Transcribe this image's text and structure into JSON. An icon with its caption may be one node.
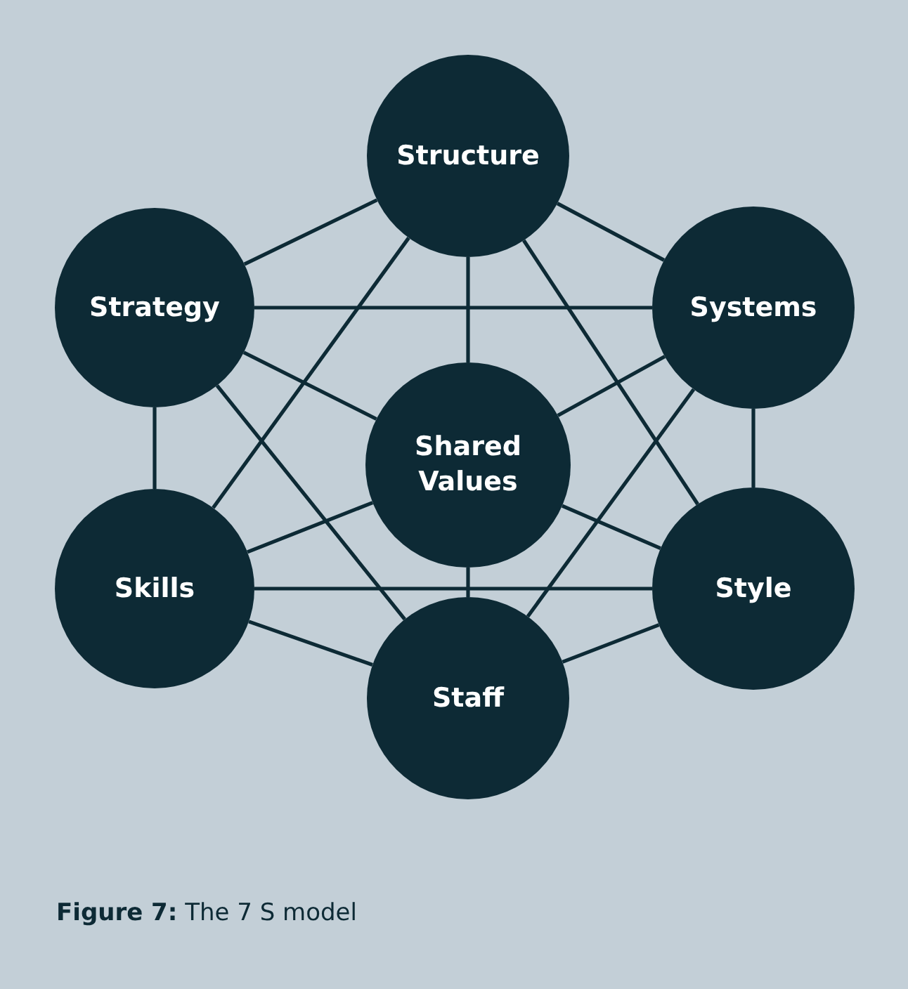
{
  "diagram": {
    "caption": "**Figure 7:** The 7 S model",
    "nodes": [
      {
        "text": [
          "Structure"
        ]
      },
      {
        "text": [
          "Strategy"
        ]
      },
      {
        "text": [
          "Systems"
        ]
      },
      {
        "text": [
          "Shared Values"
        ]
      },
      {
        "text": [
          "Skills"
        ]
      },
      {
        "text": [
          "Style"
        ]
      },
      {
        "text": [
          "Staff"
        ]
      }
    ],
    "edges": [
      {
        "from": 0,
        "to": 1,
        "arrow": "none"
      },
      {
        "from": 0,
        "to": 2,
        "arrow": "none"
      },
      {
        "from": 0,
        "to": 3,
        "arrow": "none"
      },
      {
        "from": 0,
        "to": 4,
        "arrow": "none"
      },
      {
        "from": 0,
        "to": 5,
        "arrow": "none"
      },
      {
        "from": 1,
        "to": 2,
        "arrow": "none"
      },
      {
        "from": 1,
        "to": 3,
        "arrow": "none"
      },
      {
        "from": 1,
        "to": 4,
        "arrow": "none"
      },
      {
        "from": 1,
        "to": 6,
        "arrow": "none"
      },
      {
        "from": 2,
        "to": 3,
        "arrow": "none"
      },
      {
        "from": 2,
        "to": 5,
        "arrow": "none"
      },
      {
        "from": 2,
        "to": 6,
        "arrow": "none"
      },
      {
        "from": 3,
        "to": 4,
        "arrow": "none"
      },
      {
        "from": 3,
        "to": 5,
        "arrow": "none"
      },
      {
        "from": 3,
        "to": 6,
        "arrow": "none"
      },
      {
        "from": 4,
        "to": 5,
        "arrow": "none"
      },
      {
        "from": 4,
        "to": 6,
        "arrow": "none"
      },
      {
        "from": 5,
        "to": 6,
        "arrow": "none"
      }
    ]
  }
}
